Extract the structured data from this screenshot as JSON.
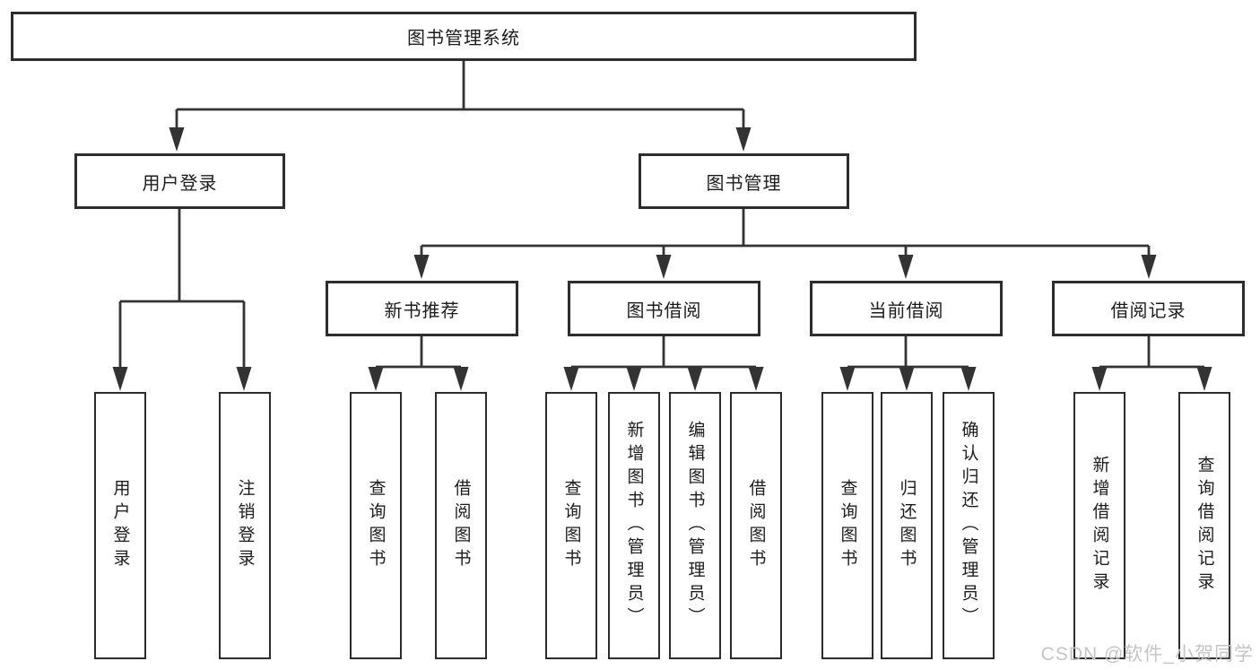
{
  "tree": {
    "root": {
      "label": "图书管理系统"
    },
    "branches": [
      {
        "label": "用户登录",
        "leaves": [
          {
            "label": "用户登录"
          },
          {
            "label": "注销登录"
          }
        ]
      },
      {
        "label": "图书管理",
        "groups": [
          {
            "label": "新书推荐",
            "leaves": [
              {
                "label": "查询图书"
              },
              {
                "label": "借阅图书"
              }
            ]
          },
          {
            "label": "图书借阅",
            "leaves": [
              {
                "label": "查询图书"
              },
              {
                "label": "新增图书（管理员）"
              },
              {
                "label": "编辑图书（管理员）"
              },
              {
                "label": "借阅图书"
              }
            ]
          },
          {
            "label": "当前借阅",
            "leaves": [
              {
                "label": "查询图书"
              },
              {
                "label": "归还图书"
              },
              {
                "label": "确认归还（管理员）"
              }
            ]
          },
          {
            "label": "借阅记录",
            "leaves": [
              {
                "label": "新增借阅记录"
              },
              {
                "label": "查询借阅记录"
              }
            ]
          }
        ]
      }
    ]
  },
  "watermark": {
    "text": "CSDN @软件_小贺同学"
  },
  "colors": {
    "line": "#333333",
    "box_border": "#2d2d2d",
    "text": "#1c1c1c",
    "watermark": "#c5c5c5",
    "background": "#ffffff"
  }
}
